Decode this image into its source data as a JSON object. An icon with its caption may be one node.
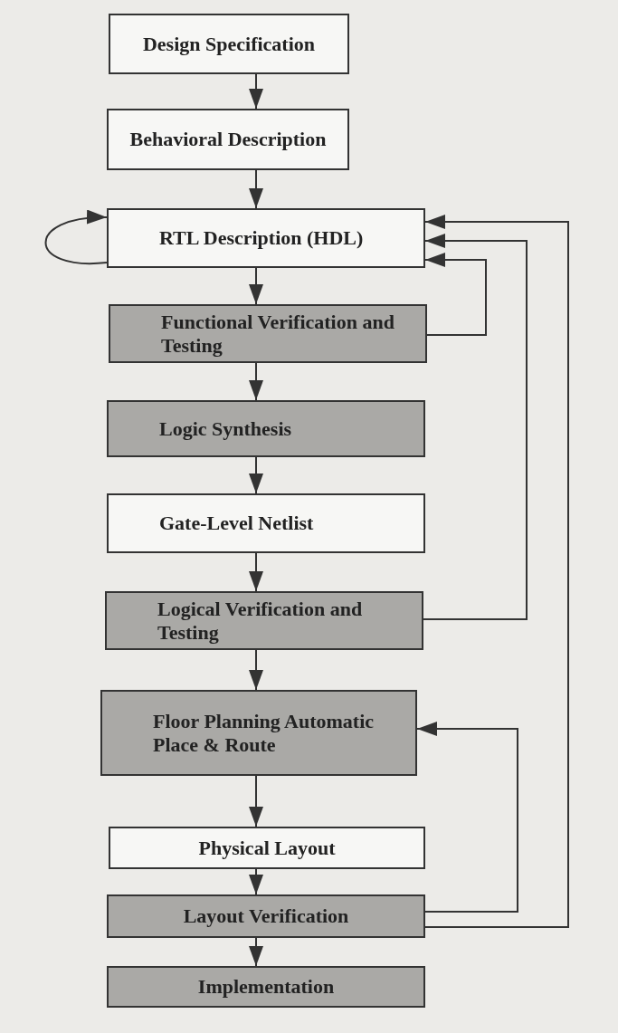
{
  "diagram": {
    "nodes": [
      {
        "text": [
          "Design Specification"
        ]
      },
      {
        "text": [
          "Behavioral Description"
        ]
      },
      {
        "text": [
          "RTL Description (HDL)"
        ]
      },
      {
        "text": [
          "Functional Verification and Testing"
        ]
      },
      {
        "text": [
          "Logic Synthesis"
        ]
      },
      {
        "text": [
          "Gate-Level Netlist"
        ]
      },
      {
        "text": [
          "Logical Verification and Testing"
        ]
      },
      {
        "text": [
          "Floor Planning Automatic Place & Route"
        ]
      },
      {
        "text": [
          "Physical Layout"
        ]
      },
      {
        "text": [
          "Layout Verification"
        ]
      },
      {
        "text": [
          "Implementation"
        ]
      }
    ],
    "edges": [
      {
        "from": 0,
        "to": 1,
        "arrow": "to"
      },
      {
        "from": 1,
        "to": 2,
        "arrow": "to"
      },
      {
        "from": 2,
        "to": 3,
        "arrow": "to"
      },
      {
        "from": 3,
        "to": 4,
        "arrow": "to"
      },
      {
        "from": 4,
        "to": 5,
        "arrow": "to"
      },
      {
        "from": 5,
        "to": 6,
        "arrow": "to"
      },
      {
        "from": 6,
        "to": 7,
        "arrow": "to"
      },
      {
        "from": 7,
        "to": 8,
        "arrow": "to"
      },
      {
        "from": 8,
        "to": 9,
        "arrow": "to"
      },
      {
        "from": 9,
        "to": 10,
        "arrow": "to"
      },
      {
        "from": 2,
        "to": 2,
        "arrow": "to"
      },
      {
        "from": 3,
        "to": 2,
        "arrow": "to"
      },
      {
        "from": 6,
        "to": 2,
        "arrow": "to"
      },
      {
        "from": 9,
        "to": 2,
        "arrow": "to"
      },
      {
        "from": 9,
        "to": 7,
        "arrow": "to"
      }
    ]
  }
}
